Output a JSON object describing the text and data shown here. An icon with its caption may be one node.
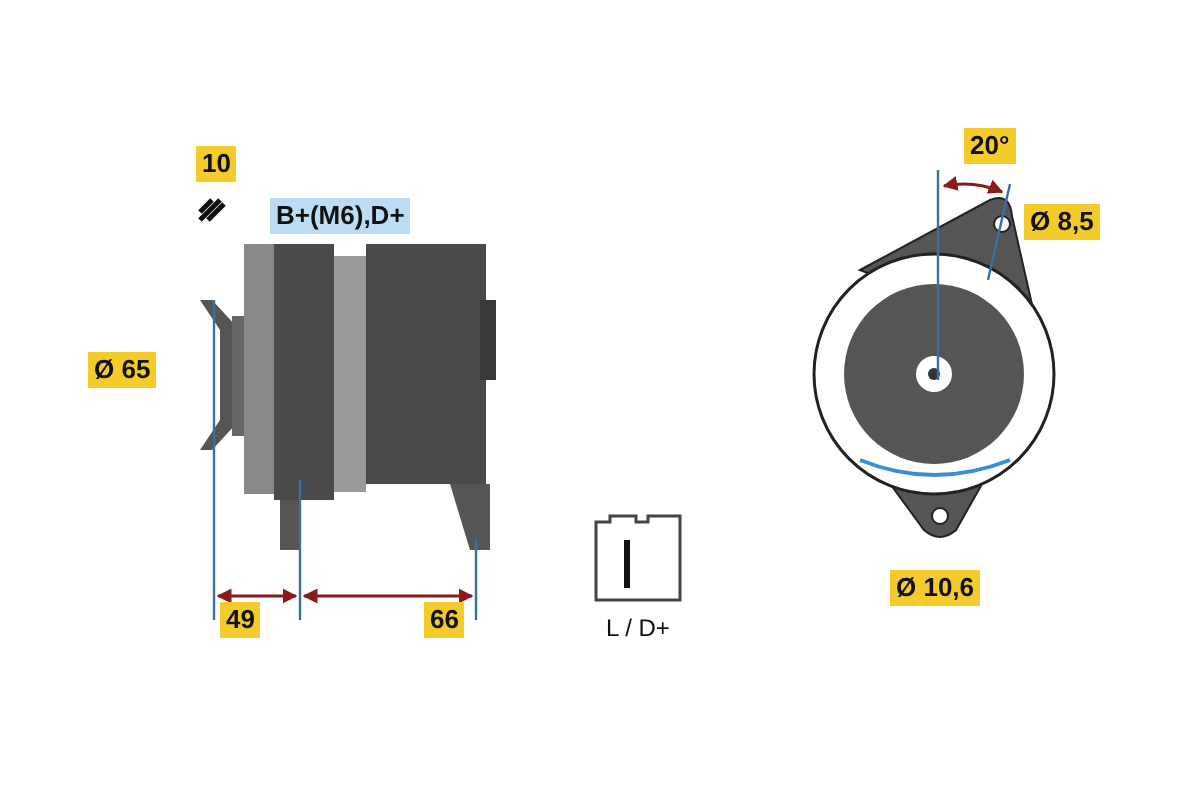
{
  "diagram": {
    "labels": [
      "10",
      "B+(M6),D+",
      "Ø 65",
      "49",
      "66",
      "20°",
      "Ø 8,5",
      "Ø 10,6",
      "L / D+"
    ]
  }
}
